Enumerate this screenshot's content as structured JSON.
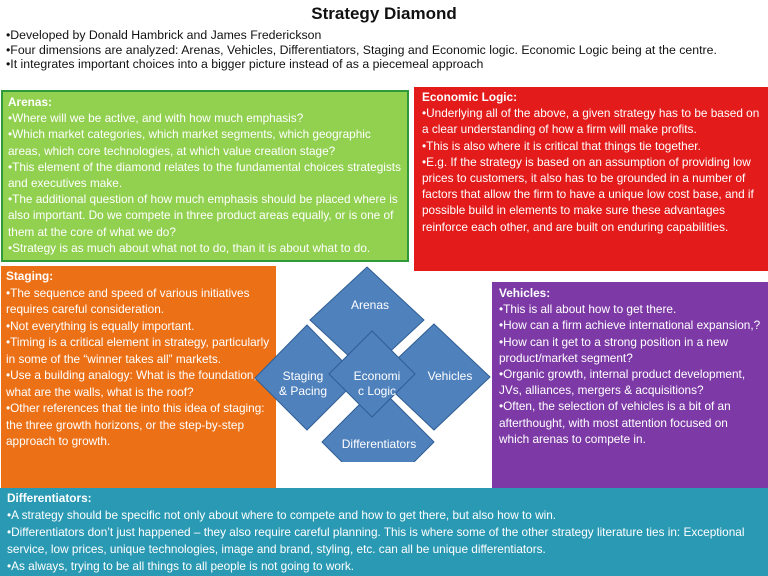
{
  "title": "Strategy Diamond",
  "intro": [
    "•Developed by Donald Hambrick and James Frederickson",
    "•Four dimensions are analyzed: Arenas, Vehicles, Differentiators, Staging and Economic logic. Economic Logic  being at the centre.",
    "•It integrates important choices into a bigger picture instead of as a piecemeal approach"
  ],
  "arenas": {
    "heading": "Arenas:",
    "lines": [
      "•Where will we be active, and with how much emphasis?",
      "•Which market categories, which market segments, which geographic areas, which core technologies, at which value creation stage?",
      "•This element of the diamond relates to the fundamental choices strategists and executives make.",
      "•The additional question of how much emphasis should be placed where is also important. Do we compete in three product areas equally, or is one of them at the core of what we do?",
      "•Strategy is as much about what not to do, than it is about what to do."
    ]
  },
  "economic_logic": {
    "heading": "Economic Logic:",
    "lines": [
      "•Underlying all of the above, a given strategy has to be based on a clear understanding of how a firm will make profits.",
      "•This is also where it is critical that things tie together.",
      "•E.g. If the strategy is based on an assumption of providing low prices to customers, it also has to be grounded in a number of factors that allow the firm to have a unique low cost base, and if possible build in elements to make sure these advantages reinforce each other, and are built on enduring capabilities."
    ]
  },
  "staging": {
    "heading": "Staging:",
    "lines": [
      "•The sequence and speed of various initiatives requires careful consideration.",
      "•Not everything is equally important.",
      "•Timing is a critical element in strategy, particularly in some of the “winner takes all” markets.",
      "•Use a building analogy: What is the foundation, what are the walls, what is the roof?",
      "•Other references that tie into this idea of staging: the three growth horizons, or the step-by-step approach to growth."
    ]
  },
  "vehicles": {
    "heading": "Vehicles:",
    "lines": [
      "•This is all about how to get there.",
      "•How can a firm achieve international expansion,?",
      "•How can it get to a strong position in a new product/market segment?",
      "•Organic growth, internal product development, JVs, alliances, mergers & acquisitions?",
      "•Often, the selection of vehicles is a bit of an afterthought, with most attention focused on which arenas to compete in."
    ]
  },
  "differentiators": {
    "heading": "Differentiators:",
    "lines": [
      "•A strategy should be specific not only about where to compete and how to get there, but also how to win.",
      "•Differentiators don’t just happened – they also require careful planning. This is where some of the other strategy literature ties in: Exceptional service, low prices, unique technologies, image and brand, styling, etc. can all be unique differentiators.",
      "•As always, trying to be all things to all people is not going to work."
    ]
  },
  "diamond": {
    "top": "Arenas",
    "left_line1": "Staging",
    "left_line2": "& Pacing",
    "right": "Vehicles",
    "bottom": "Differentiators",
    "center_line1": "Economi",
    "center_line2": "c Logic",
    "fill_color": "#4f81bd"
  },
  "colors": {
    "arenas": "#92d050",
    "economic_logic": "#e31b1b",
    "staging": "#ec7016",
    "vehicles": "#7d3aa6",
    "differentiators": "#2a99b3"
  }
}
